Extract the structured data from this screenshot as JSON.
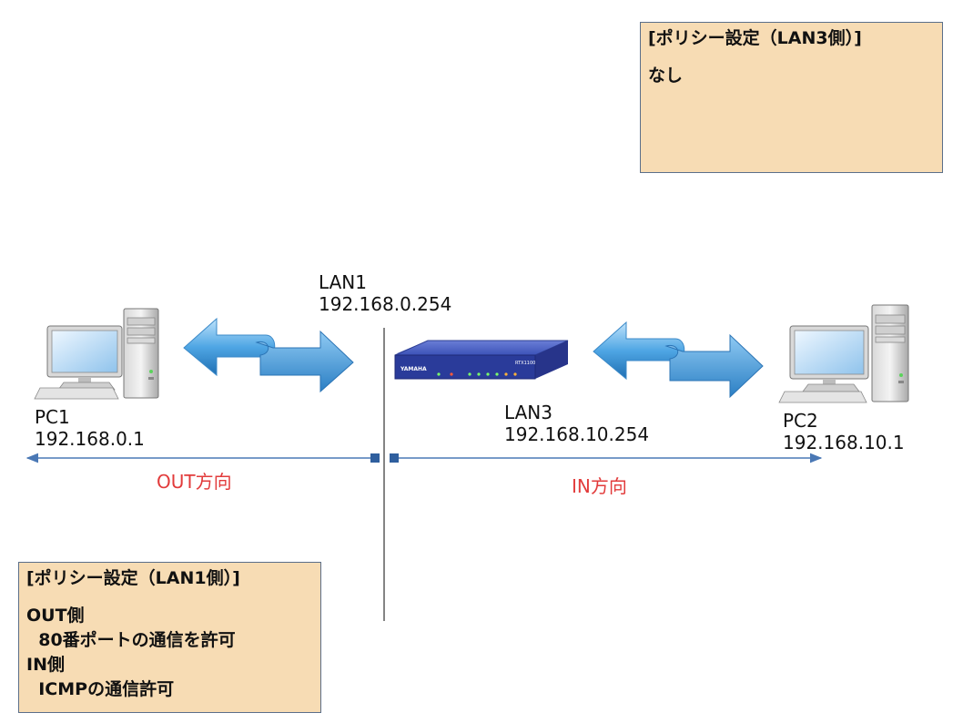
{
  "policy_lan3": {
    "title": "[ポリシー設定（LAN3側）]",
    "body": "なし"
  },
  "policy_lan1": {
    "title": "[ポリシー設定（LAN1側）]",
    "out_heading": "OUT側",
    "out_rule": "  80番ポートの通信を許可",
    "in_heading": "IN側",
    "in_rule": "  ICMPの通信許可"
  },
  "lan1": {
    "name": "LAN1",
    "ip": "192.168.0.254"
  },
  "lan3": {
    "name": "LAN3",
    "ip": "192.168.10.254"
  },
  "pc1": {
    "name": "PC1",
    "ip": "192.168.0.1"
  },
  "pc2": {
    "name": "PC2",
    "ip": "192.168.10.1"
  },
  "directions": {
    "out": "OUT方向",
    "in": "IN方向"
  },
  "router": {
    "brand": "YAMAHA",
    "model": "RTX1100"
  },
  "colors": {
    "note_bg": "#f7dcb4",
    "direction_text": "#e23b3b",
    "arrow_line": "#4a78b5"
  }
}
